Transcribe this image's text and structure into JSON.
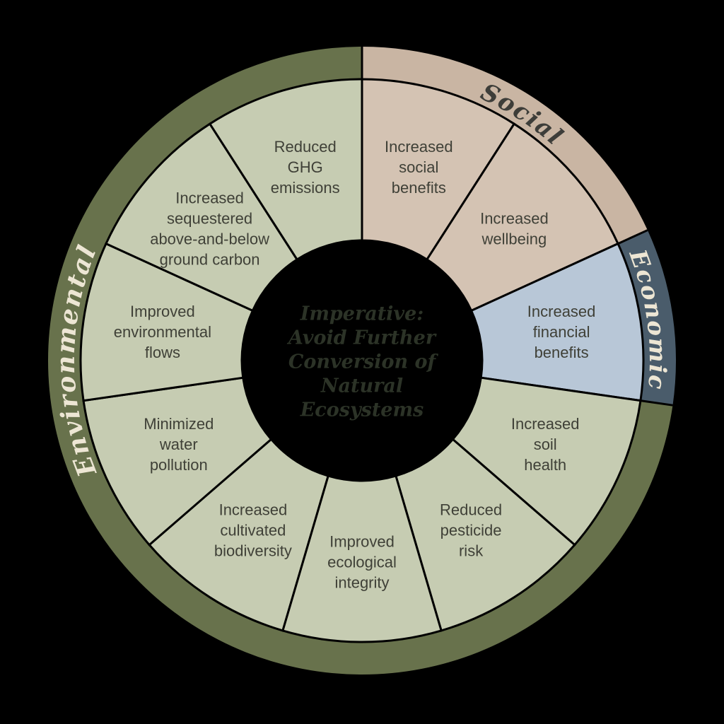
{
  "wheel": {
    "background_color": "#000000",
    "divider_color": "#000000",
    "segment_text_color": "#3f4037",
    "center": {
      "title_lines": [
        "Imperative:",
        "Avoid Further",
        "Conversion of",
        "Natural",
        "Ecosystems"
      ],
      "text_color": "#2c3327",
      "circle_color": "#000000"
    },
    "categories": [
      {
        "id": "social",
        "label": "Social",
        "ring_color": "#c9b5a3",
        "segment_color": "#d4c3b3",
        "label_color": "#3d3d39",
        "label_angle_deg": 33
      },
      {
        "id": "economic",
        "label": "Economic",
        "ring_color": "#4a5c6b",
        "segment_color": "#b8c7d7",
        "label_color": "#ede6d4",
        "label_angle_deg": 82
      },
      {
        "id": "environmental",
        "label": "Environmental",
        "ring_color": "#68724c",
        "segment_color": "#c6ccb2",
        "label_color": "#ede6d4",
        "label_angle_deg": 270
      }
    ],
    "segments": [
      {
        "category": "social",
        "lines": [
          "Increased",
          "social",
          "benefits"
        ]
      },
      {
        "category": "social",
        "lines": [
          "Increased",
          "wellbeing"
        ]
      },
      {
        "category": "economic",
        "lines": [
          "Increased",
          "financial",
          "benefits"
        ]
      },
      {
        "category": "environmental",
        "lines": [
          "Increased",
          "soil",
          "health"
        ]
      },
      {
        "category": "environmental",
        "lines": [
          "Reduced",
          "pesticide",
          "risk"
        ]
      },
      {
        "category": "environmental",
        "lines": [
          "Improved",
          "ecological",
          "integrity"
        ]
      },
      {
        "category": "environmental",
        "lines": [
          "Increased",
          "cultivated",
          "biodiversity"
        ]
      },
      {
        "category": "environmental",
        "lines": [
          "Minimized",
          "water",
          "pollution"
        ]
      },
      {
        "category": "environmental",
        "lines": [
          "Improved",
          "environmental",
          "flows"
        ]
      },
      {
        "category": "environmental",
        "lines": [
          "Increased",
          "sequestered",
          "above-and-below",
          "ground carbon"
        ]
      },
      {
        "category": "environmental",
        "lines": [
          "Reduced",
          "GHG",
          "emissions"
        ]
      }
    ]
  }
}
